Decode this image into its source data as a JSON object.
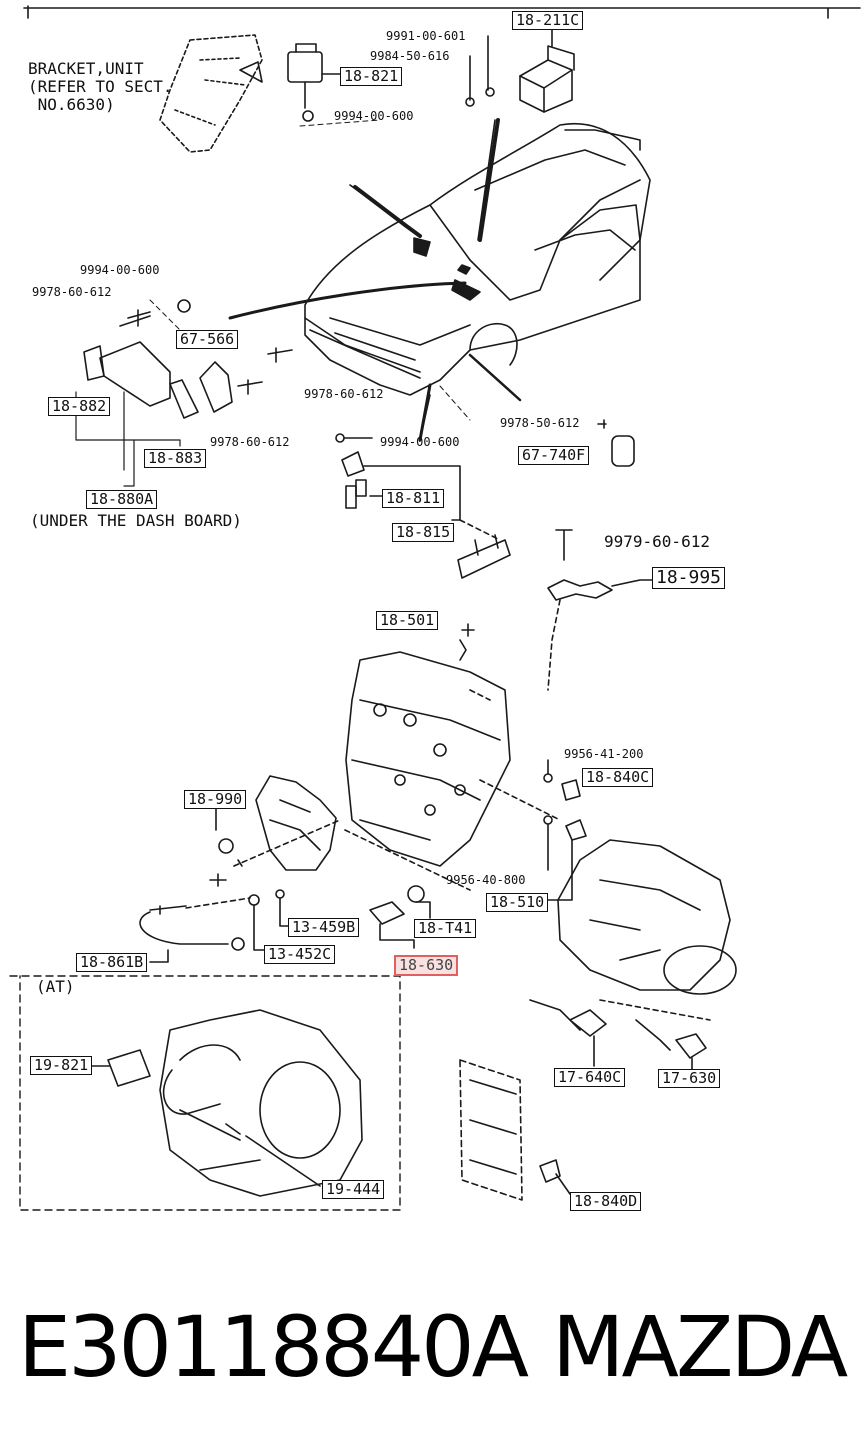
{
  "diagram": {
    "boxed_labels": {
      "p18_211c": "18-211C",
      "p18_821": "18-821",
      "p67_566": "67-566",
      "p18_882": "18-882",
      "p18_883": "18-883",
      "p18_880a": "18-880A",
      "p67_740f": "67-740F",
      "p18_811": "18-811",
      "p18_815": "18-815",
      "p18_995": "18-995",
      "p18_501": "18-501",
      "p18_990": "18-990",
      "p18_840c_upper": "18-840C",
      "p18_510": "18-510",
      "p13_459b": "13-459B",
      "p18_741": "18-T41",
      "p13_452c": "13-452C",
      "p18_861b": "18-861B",
      "p18_630": "18-630",
      "p19_821": "19-821",
      "p17_640c": "17-640C",
      "p17_630": "17-630",
      "p19_444": "19-444",
      "p18_840d": "18-840D"
    },
    "part_numbers": {
      "n9991_00_601": "9991-00-601",
      "n9984_50_616": "9984-50-616",
      "n9994_00_600_top": "9994-00-600",
      "n9994_00_600_left": "9994-00-600",
      "n9978_60_612_left": "9978-60-612",
      "n9978_60_612_mid": "9978-60-612",
      "n9978_60_612_low": "9978-60-612",
      "n9978_50_612": "9978-50-612",
      "n9994_00_600_mid": "9994-00-600",
      "n9979_60_612": "9979-60-612",
      "n9956_41_200": "9956-41-200",
      "n9956_40_800": "9956-40-800"
    },
    "notes": {
      "bracket": "BRACKET,UNIT\n(REFER TO SECT.\n NO.6630)",
      "under_dash": "(UNDER THE DASH BOARD)",
      "at": "(AT)"
    }
  },
  "footer": {
    "part_number": "E30118840A",
    "brand": "MAZDA"
  }
}
